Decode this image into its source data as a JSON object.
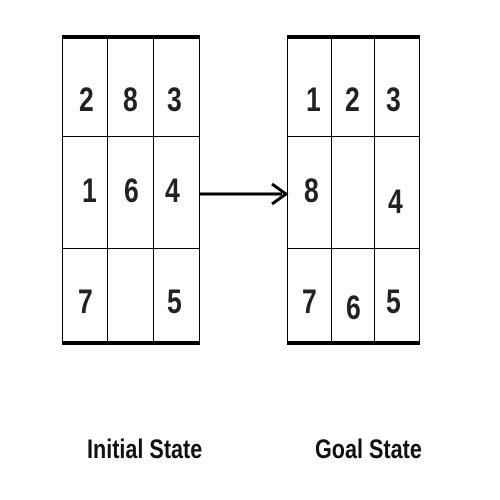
{
  "initial_state": {
    "label": "Initial State",
    "cells": [
      [
        "2",
        "8",
        "3"
      ],
      [
        "1",
        "6",
        "4"
      ],
      [
        "7",
        "",
        "5"
      ]
    ]
  },
  "goal_state": {
    "label": "Goal State",
    "cells": [
      [
        "1",
        "2",
        "3"
      ],
      [
        "8",
        "",
        "4"
      ],
      [
        "7",
        "6",
        "5"
      ]
    ]
  }
}
